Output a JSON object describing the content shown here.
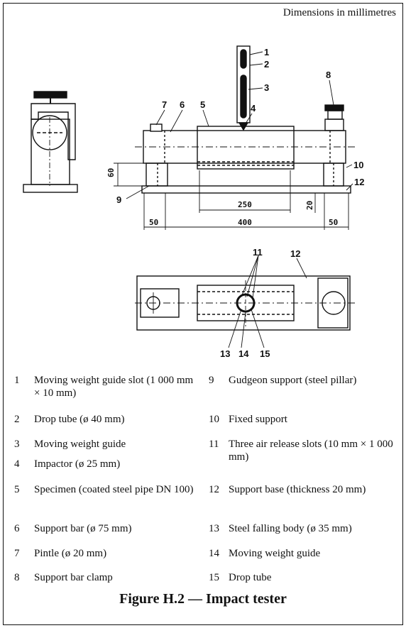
{
  "units_note": "Dimensions in millimetres",
  "labels": {
    "side": {
      "l7": "7",
      "l6": "6",
      "l5": "5",
      "l4": "4",
      "l3": "3",
      "l2": "2",
      "l1": "1",
      "l8": "8",
      "l10": "10",
      "l12": "12",
      "l9": "9"
    },
    "dims": {
      "d60": "60",
      "d250": "250",
      "d20": "20",
      "d50a": "50",
      "d400": "400",
      "d50b": "50"
    },
    "plan": {
      "l11": "11",
      "l12": "12",
      "l13": "13",
      "l14": "14",
      "l15": "15"
    }
  },
  "legend": {
    "left": [
      {
        "num": "1",
        "text": "Moving weight guide slot (1 000 mm × 10 mm)"
      },
      {
        "num": "2",
        "text": "Drop tube (ø 40 mm)"
      },
      {
        "num": "3",
        "text": "Moving weight guide"
      },
      {
        "num": "4",
        "text": "Impactor (ø 25 mm)"
      },
      {
        "num": "5",
        "text": "Specimen (coated steel pipe DN 100)"
      },
      {
        "num": "6",
        "text": "Support bar (ø 75 mm)"
      },
      {
        "num": "7",
        "text": "Pintle (ø 20 mm)"
      },
      {
        "num": "8",
        "text": "Support bar clamp"
      }
    ],
    "right": [
      {
        "num": "9",
        "text": "Gudgeon support (steel pillar)"
      },
      {
        "num": "10",
        "text": "Fixed support"
      },
      {
        "num": "11",
        "text": "Three air release slots (10 mm × 1 000 mm)"
      },
      {
        "num": "12",
        "text": "Support base (thickness 20 mm)"
      },
      {
        "num": "13",
        "text": "Steel falling body (ø 35 mm)"
      },
      {
        "num": "14",
        "text": "Moving weight guide"
      },
      {
        "num": "15",
        "text": "Drop tube"
      }
    ]
  },
  "caption": "Figure H.2 — Impact tester"
}
